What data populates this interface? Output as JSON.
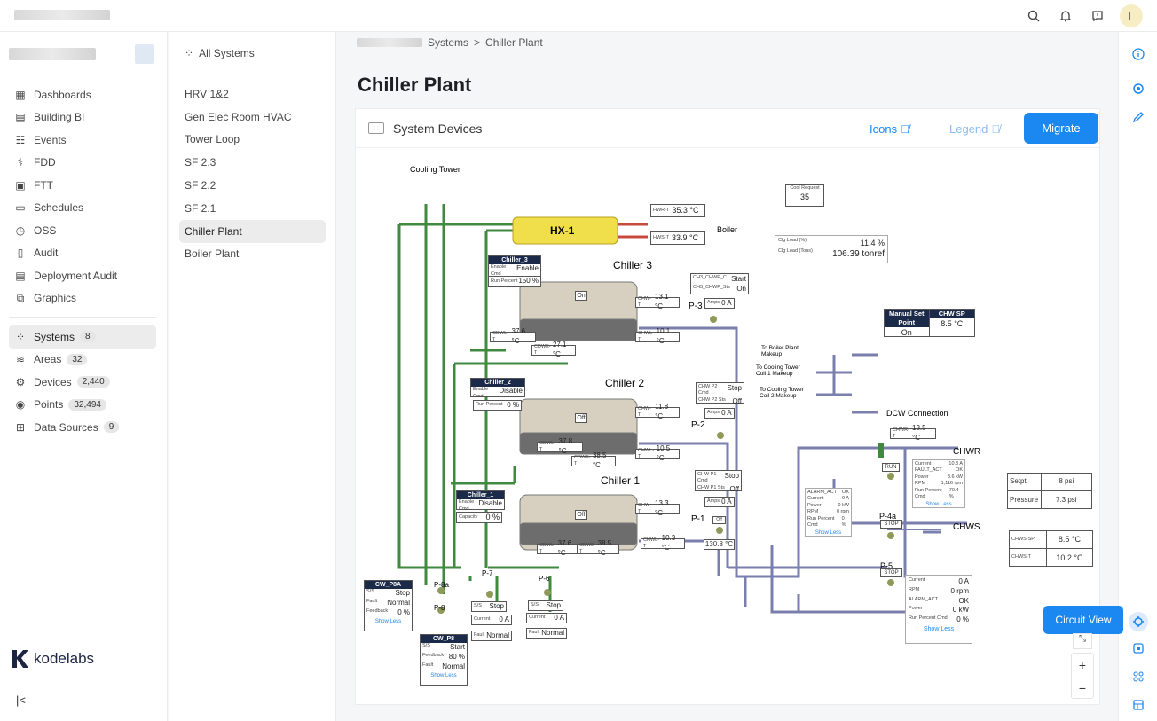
{
  "header": {
    "avatar_letter": "L",
    "icons": [
      "search-icon",
      "bell-icon",
      "chat-icon"
    ]
  },
  "sidebar": {
    "items": [
      {
        "label": "Dashboards",
        "icon": "dashboard-icon"
      },
      {
        "label": "Building BI",
        "icon": "chart-icon"
      },
      {
        "label": "Events",
        "icon": "events-icon"
      },
      {
        "label": "FDD",
        "icon": "fdd-icon"
      },
      {
        "label": "FTT",
        "icon": "ftt-icon"
      },
      {
        "label": "Schedules",
        "icon": "calendar-icon"
      },
      {
        "label": "OSS",
        "icon": "timer-icon"
      },
      {
        "label": "Audit",
        "icon": "audit-icon"
      },
      {
        "label": "Deployment Audit",
        "icon": "clipboard-icon"
      },
      {
        "label": "Graphics",
        "icon": "graphics-icon"
      }
    ],
    "items2": [
      {
        "label": "Systems",
        "badge": "8",
        "icon": "systems-icon"
      },
      {
        "label": "Areas",
        "badge": "32",
        "icon": "layers-icon"
      },
      {
        "label": "Devices",
        "badge": "2,440",
        "icon": "device-icon"
      },
      {
        "label": "Points",
        "badge": "32,494",
        "icon": "points-icon"
      },
      {
        "label": "Data Sources",
        "badge": "9",
        "icon": "datasource-icon"
      }
    ],
    "logo": "kodelabs"
  },
  "systems": {
    "head": "All Systems",
    "items": [
      "HRV 1&2",
      "Gen Elec Room HVAC",
      "Tower Loop",
      "SF 2.3",
      "SF 2.2",
      "SF 2.1",
      "Chiller Plant",
      "Boiler Plant"
    ]
  },
  "breadcrumb": {
    "a": "Systems",
    "sep": ">",
    "b": "Chiller Plant"
  },
  "page": {
    "title": "Chiller Plant"
  },
  "card": {
    "title": "System Devices",
    "icons_label": "Icons",
    "legend_label": "Legend",
    "migrate_label": "Migrate"
  },
  "rail": {
    "circuit_view": "Circuit View",
    "zoom_in": "+",
    "zoom_out": "−"
  },
  "diagram": {
    "cooling_tower": "Cooling Tower",
    "hx": "HX-1",
    "boiler": "Boiler",
    "hwr": {
      "l": "HWR-T",
      "v": "35.3 °C"
    },
    "hws": {
      "l": "HWS-T",
      "v": "33.9 °C"
    },
    "cool_request": {
      "l": "Cool Request",
      "v": "35"
    },
    "clg_load_pct": {
      "l": "Clg Load (%)",
      "v": "11.4 %"
    },
    "clg_load_tons": {
      "l": "Clg Load (Tons)",
      "v": "106.39 tonref"
    },
    "chiller3": {
      "title": "Chiller 3",
      "head": "Chiller_3",
      "cmd_l": "Enable Cmd",
      "cmd_v": "Enable",
      "rp_l": "Run Percent",
      "rp_v": "150 %",
      "state": "On",
      "chwt_l": "CHW-T",
      "chwt_v": "13.1 °C",
      "chwlt_l": "CHWL-T",
      "chwlt_v": "10.1 °C",
      "cdwlt_l": "CDWL-T",
      "cdwlt_v": "37.6 °C",
      "cdwet_l": "CDWE-T",
      "cdwet_v": "27.1 °C"
    },
    "ch3pump": {
      "cmd_l": "CH3_CHWP_C",
      "cmd_v": "Start",
      "sts_l": "CH3_CHWP_Sts",
      "sts_v": "On",
      "amps_l": "Amps",
      "amps_v": "0 A",
      "name": "P-3"
    },
    "chiller2": {
      "title": "Chiller 2",
      "head": "Chiller_2",
      "cmd_l": "Enable Cmd",
      "cmd_v": "Disable",
      "rp_l": "Run Percent",
      "rp_v": "0 %",
      "state": "Off",
      "chwt_l": "CHW-T",
      "chwt_v": "11.8 °C",
      "chwlt_l": "CHWL-T",
      "chwlt_v": "10.5 °C",
      "cdwlt_l": "CDWL-T",
      "cdwlt_v": "37.8 °C",
      "cdwet_l": "CDWE-T",
      "cdwet_v": "38.5 °C"
    },
    "p2pump": {
      "cmd_l": "CHW P2 Cmd",
      "cmd_v": "Stop",
      "sts_l": "CHW P2 Sts",
      "sts_v": "Off",
      "amps_l": "Amps",
      "amps_v": "0 A",
      "name": "P-2"
    },
    "chiller1": {
      "title": "Chiller 1",
      "head": "Chiller_1",
      "cmd_l": "Enable Cmd",
      "cmd_v": "Disable",
      "cap_l": "Capacity",
      "cap_v": "0 %",
      "state": "Off",
      "chwt_l": "CHW-T",
      "chwt_v": "13.3 °C",
      "chwlt_l": "CHWL-T",
      "chwlt_v": "10.3 °C",
      "cdwlt_l": "CDWL-T",
      "cdwlt_v": "37.6 °C",
      "cdwet_l": "CDWE-T",
      "cdwet_v": "38.5 °C"
    },
    "p1pump": {
      "cmd_l": "CHW P1 Cmd",
      "cmd_v": "Stop",
      "sts_l": "CHW P1 Sts",
      "sts_v": "Off",
      "amps_l": "Amps",
      "amps_v": "0 A",
      "name": "P-1",
      "off": "Off",
      "temp": "130.8 °C"
    },
    "manual": {
      "h1": "Manual Set Point",
      "v1": "On",
      "h2": "CHW SP",
      "v2": "8.5 °C"
    },
    "makeup": {
      "a": "To Boiler Plant Makeup",
      "b": "To Cooling Tower Coil 1 Makeup",
      "c": "To Cooling Tower Coil 2 Makeup"
    },
    "dcw": "DCW Connection",
    "chwrt": {
      "l": "CHWR-T",
      "v": "13.5 °C"
    },
    "chwr": "CHWR",
    "chws": "CHWS",
    "p4": {
      "name": "P-4a",
      "run": "RUN",
      "stop": "STOP",
      "cur_l": "Current",
      "cur_v": "10.3 A",
      "fault_l": "FAULT_ACT",
      "fault_v": "OK",
      "pow_l": "Power",
      "pow_v": "3.6 kW",
      "rpm_l": "RPM",
      "rpm_v": "1,116 rpm",
      "rp_l": "Run Percent Cmd",
      "rp_v": "70.4 %",
      "show": "Show Less"
    },
    "p4b": {
      "alarm_l": "ALARM_ACT",
      "alarm_v": "OK",
      "cur_l": "Current",
      "cur_v": "0 A",
      "pow_l": "Power",
      "pow_v": "0 kW",
      "rpm_l": "RPM",
      "rpm_v": "0 rpm",
      "rp_l": "Run Percent Cmd",
      "rp_v": "0 %",
      "show": "Show Less"
    },
    "p5": {
      "name": "P-5",
      "stop": "STOP",
      "cur_l": "Current",
      "cur_v": "0 A",
      "rpm_l": "RPM",
      "rpm_v": "0 rpm",
      "alarm_l": "ALARM_ACT",
      "alarm_v": "OK",
      "pow_l": "Power",
      "pow_v": "0 kW",
      "rp_l": "Run Percent Cmd",
      "rp_v": "0 %",
      "show": "Show Less"
    },
    "setpt": {
      "l": "Setpt",
      "v": "8 psi"
    },
    "pressure": {
      "l": "Pressure",
      "v": "7.3 psi"
    },
    "chwssp": {
      "l": "CHWS-SP",
      "v": "8.5 °C"
    },
    "chwst": {
      "l": "CHWS-T",
      "v": "10.2 °C"
    },
    "cwp8a": {
      "head": "CW_P8A",
      "ss_l": "S/S",
      "ss_v": "Stop",
      "fault_l": "Fault",
      "fault_v": "Normal",
      "fb_l": "Feedback",
      "fb_v": "0 %",
      "show": "Show Less"
    },
    "cwp8": {
      "head": "CW_P8",
      "ss_l": "S/S",
      "ss_v": "Start",
      "fb_l": "Feedback",
      "fb_v": "80 %",
      "fault_l": "Fault",
      "fault_v": "Normal",
      "show": "Show Less"
    },
    "p8a": "P-8a",
    "p8": "P-8",
    "p7": {
      "name": "P-7",
      "ss_l": "S/S",
      "ss_v": "Stop",
      "cur_l": "Current",
      "cur_v": "0 A",
      "fault_l": "Fault",
      "fault_v": "Normal"
    },
    "p6": {
      "name": "P-6",
      "ss_l": "S/S",
      "ss_v": "Stop",
      "cur_l": "Current",
      "cur_v": "0 A",
      "fault_l": "Fault",
      "fault_v": "Normal"
    }
  }
}
